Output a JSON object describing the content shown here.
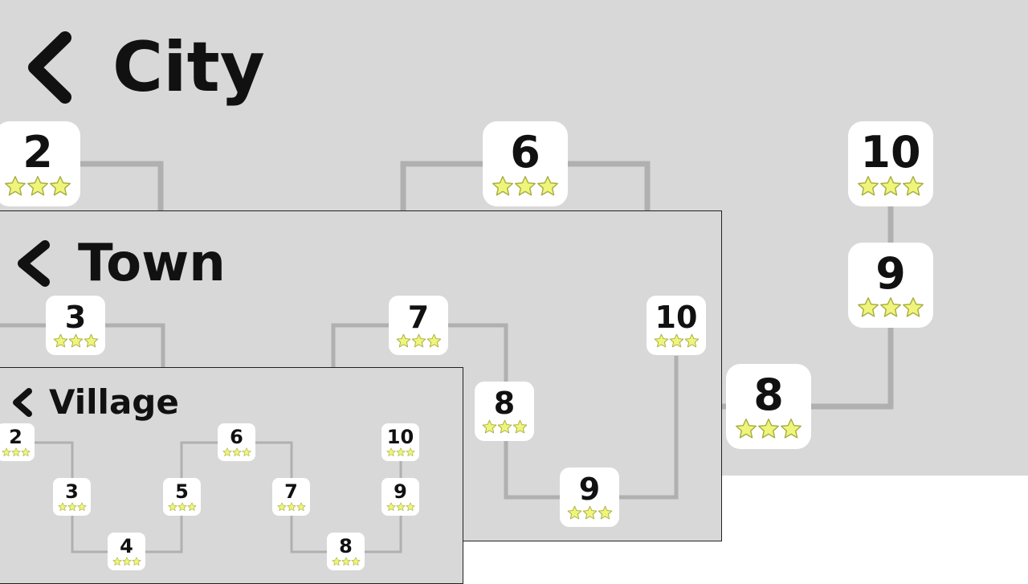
{
  "colors": {
    "panel": "#d8d8d8",
    "path": "#b0b0b0",
    "star_fill": "#eef57a",
    "star_stroke": "#a8ad40",
    "text": "#111111"
  },
  "icons": {
    "back": "chevron-left-icon",
    "star": "star-icon"
  },
  "screens": [
    {
      "id": "city",
      "title": "City",
      "levels": [
        {
          "label": "2",
          "stars": 3
        },
        {
          "label": "6",
          "stars": 3
        },
        {
          "label": "8",
          "stars": 3
        },
        {
          "label": "9",
          "stars": 3
        },
        {
          "label": "10",
          "stars": 3
        }
      ]
    },
    {
      "id": "town",
      "title": "Town",
      "levels": [
        {
          "label": "3",
          "stars": 3
        },
        {
          "label": "7",
          "stars": 3
        },
        {
          "label": "8",
          "stars": 3
        },
        {
          "label": "9",
          "stars": 3
        },
        {
          "label": "10",
          "stars": 3
        }
      ]
    },
    {
      "id": "village",
      "title": "Village",
      "levels": [
        {
          "label": "2",
          "stars": 3
        },
        {
          "label": "3",
          "stars": 3
        },
        {
          "label": "4",
          "stars": 3
        },
        {
          "label": "5",
          "stars": 3
        },
        {
          "label": "6",
          "stars": 3
        },
        {
          "label": "7",
          "stars": 3
        },
        {
          "label": "8",
          "stars": 3
        },
        {
          "label": "9",
          "stars": 3
        },
        {
          "label": "10",
          "stars": 3
        }
      ]
    }
  ]
}
